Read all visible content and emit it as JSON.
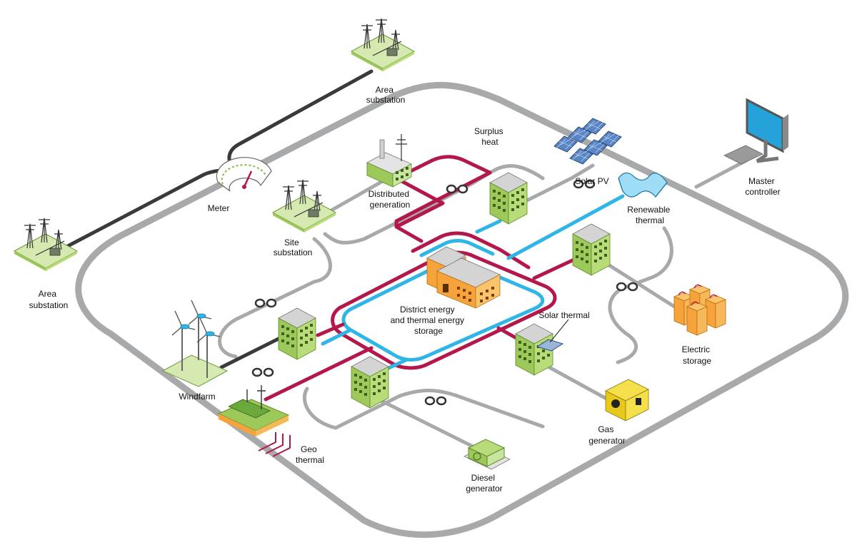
{
  "labels": {
    "area_substation_top": [
      "Area",
      "substation"
    ],
    "area_substation_left": [
      "Area",
      "substation"
    ],
    "meter": "Meter",
    "site_substation": [
      "Site",
      "substation"
    ],
    "distributed_generation": [
      "Distributed",
      "generation"
    ],
    "surplus_heat": [
      "Surplus",
      "heat"
    ],
    "solar_pv": "Solar PV",
    "master_controller": [
      "Master",
      "controller"
    ],
    "renewable_thermal": [
      "Renewable",
      "thermal"
    ],
    "district_energy": [
      "District energy",
      "and thermal energy",
      "storage"
    ],
    "solar_thermal": "Solar thermal",
    "electric_storage": [
      "Electric",
      "storage"
    ],
    "windfarm": "Windfarm",
    "geo_thermal": [
      "Geo",
      "thermal"
    ],
    "diesel_generator": [
      "Diesel",
      "generator"
    ],
    "gas_generator": [
      "Gas",
      "generator"
    ]
  },
  "colors": {
    "grid_loop": "#a8a9ab",
    "utility_line": "#3a3a3c",
    "heat_line": "#b4174a",
    "cool_line": "#2fb5e6",
    "building_green": "#9dc85a",
    "building_orange": "#f5a33a",
    "roof_gray": "#c9c9c9"
  }
}
